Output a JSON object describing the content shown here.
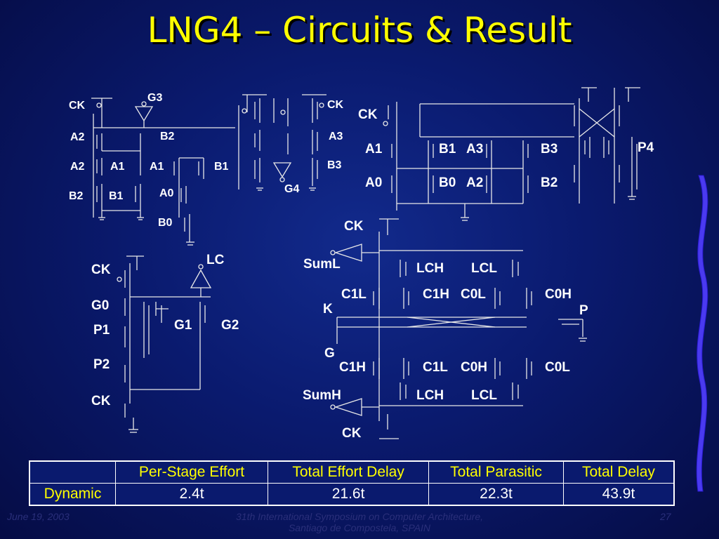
{
  "slide": {
    "title": "LNG4 – Circuits & Result"
  },
  "circuits": {
    "tl": {
      "ck_left": "CK",
      "g3": "G3",
      "a2_1": "A2",
      "b2": "B2",
      "a2_2": "A2",
      "a1_1": "A1",
      "a1_2": "A1",
      "b1_r": "B1",
      "b2_l": "B2",
      "b1_l": "B1",
      "a0": "A0",
      "b0": "B0",
      "ck_right": "CK",
      "a3": "A3",
      "b3": "B3",
      "g4": "G4"
    },
    "tr": {
      "ck": "CK",
      "a1": "A1",
      "b1": "B1",
      "a3": "A3",
      "b3": "B3",
      "p4": "P4",
      "a0": "A0",
      "b0": "B0",
      "a2": "A2",
      "b2": "B2"
    },
    "bl": {
      "ck_top": "CK",
      "lc": "LC",
      "g0": "G0",
      "p1": "P1",
      "g1": "G1",
      "g2": "G2",
      "p2": "P2",
      "ck_bot": "CK"
    },
    "br": {
      "ck_top": "CK",
      "suml": "SumL",
      "lch_t": "LCH",
      "lcl_t": "LCL",
      "c1l_a": "C1L",
      "c1h_a": "C1H",
      "c0l_a": "C0L",
      "c0h_a": "C0H",
      "k": "K",
      "p": "P",
      "g": "G",
      "c1h_b": "C1H",
      "c1l_b": "C1L",
      "c0h_b": "C0H",
      "c0l_b": "C0L",
      "sumh": "SumH",
      "lch_b": "LCH",
      "lcl_b": "LCL",
      "ck_bot": "CK"
    }
  },
  "results_table": {
    "headers": [
      "Per-Stage Effort",
      "Total Effort Delay",
      "Total Parasitic",
      "Total Delay"
    ],
    "row_label": "Dynamic",
    "values": [
      "2.4t",
      "21.6t",
      "22.3t",
      "43.9t"
    ]
  },
  "footer": {
    "date": "June 19, 2003",
    "conference": "31th International Symposium on Computer Architecture,",
    "location": "Santiago de Compostela, SPAIN",
    "page": "27"
  },
  "colors": {
    "title": "#ffff00",
    "background": "#0a1a6e",
    "ribbon": "#4a3af0",
    "labels": "#ffffff"
  }
}
